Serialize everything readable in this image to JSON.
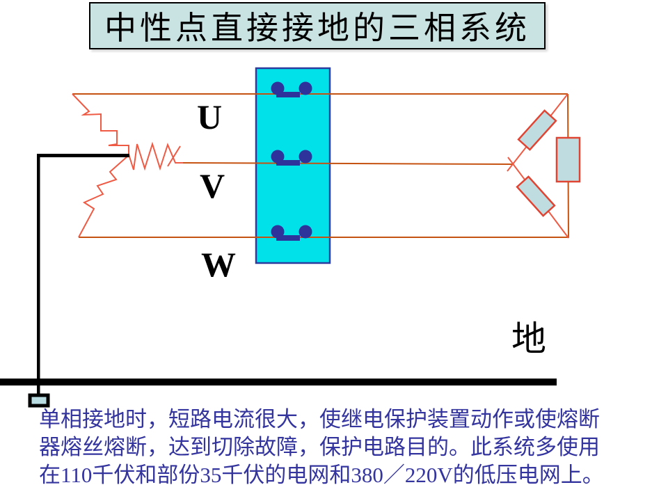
{
  "slide": {
    "title": "中性点直接接地的三相系统",
    "phases": {
      "u": "U",
      "v": "V",
      "w": "W"
    },
    "ground_label": "地",
    "description": {
      "line1": "单相接地时，短路电流很大，使继电保护装置动作或使熔断",
      "line2": "器熔丝熔断，达到切除故障，保护电路目的。此系统多使用",
      "line3": "在110千伏和部份35千伏的电网和380／220V的低压电网上。"
    }
  },
  "colors": {
    "title_box_fill": "#c9e2e2",
    "phase_line": "#c65211",
    "winding_line": "#ee5a44",
    "load_fill": "#bfdde0",
    "load_border": "#e04433",
    "switch_box_fill": "#00e1ea",
    "switch_box_border": "#2d3a9e",
    "breaker_symbol": "#2e339b",
    "electrode_fill": "#b9dce2",
    "description_text": "#34349e",
    "ground_bar": "#000000"
  }
}
